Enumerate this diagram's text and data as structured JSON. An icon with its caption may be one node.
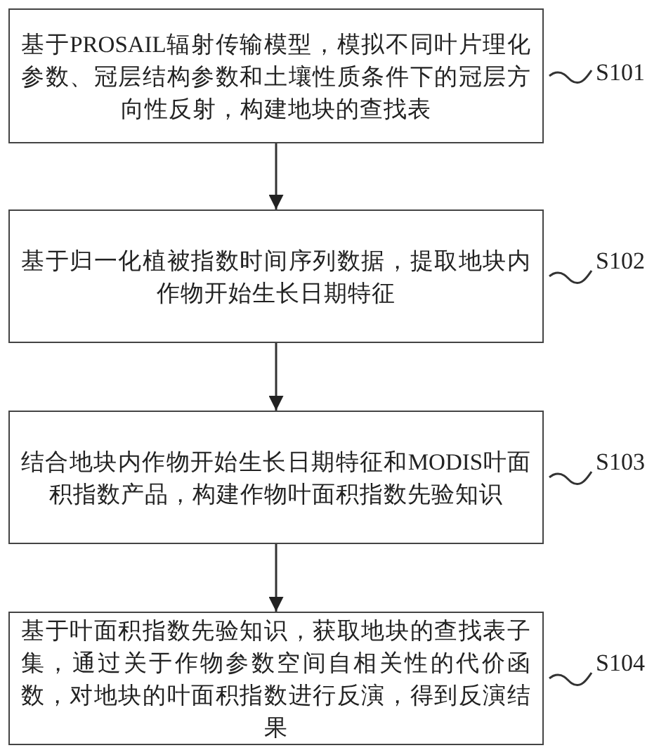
{
  "diagram": {
    "nodes": [
      {
        "text": [
          "基于PROSAIL辐射传输模型，模拟不同叶片理化参数、冠层结构参数和土壤性质条件下的冠层方向性反射，构建地块的查找表"
        ]
      },
      {
        "text": [
          "基于归一化植被指数时间序列数据，提取地块内作物开始生长日期特征"
        ]
      },
      {
        "text": [
          "结合地块内作物开始生长日期特征和MODIS叶面积指数产品，构建作物叶面积指数先验知识"
        ]
      },
      {
        "text": [
          "基于叶面积指数先验知识，获取地块的查找表子集，通过关于作物参数空间自相关性的代价函数，对地块的叶面积指数进行反演，得到反演结果"
        ]
      },
      {
        "text": [
          "S101"
        ]
      },
      {
        "text": [
          "S102"
        ]
      },
      {
        "text": [
          "S103"
        ]
      },
      {
        "text": [
          "S104"
        ]
      }
    ],
    "edges": [
      {
        "from": 0,
        "to": 1,
        "arrow": "to"
      },
      {
        "from": 1,
        "to": 2,
        "arrow": "to"
      },
      {
        "from": 2,
        "to": 3,
        "arrow": "to"
      },
      {
        "from": 4,
        "to": 0,
        "arrow": "none"
      },
      {
        "from": 5,
        "to": 1,
        "arrow": "none"
      },
      {
        "from": 6,
        "to": 2,
        "arrow": "none"
      },
      {
        "from": 7,
        "to": 3,
        "arrow": "none"
      }
    ]
  }
}
